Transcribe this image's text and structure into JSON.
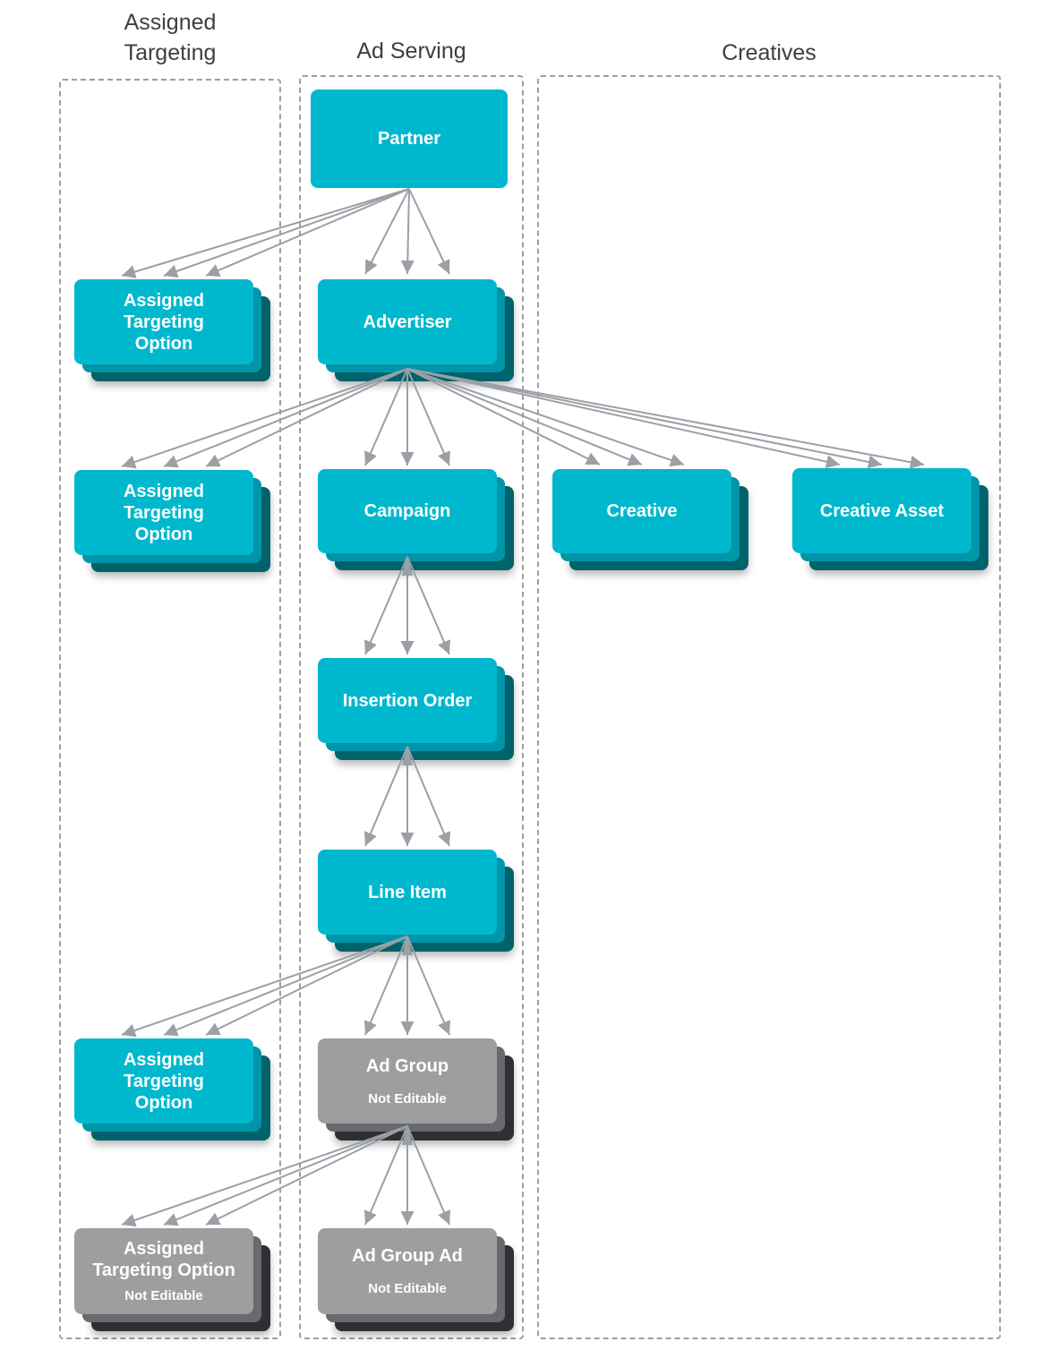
{
  "page": {
    "background": "#FFFFFF"
  },
  "columns": {
    "assigned_targeting": {
      "label": "Assigned\nTargeting"
    },
    "ad_serving": {
      "label": "Ad Serving"
    },
    "creatives": {
      "label": "Creatives"
    }
  },
  "nodes": {
    "partner": {
      "label": "Partner"
    },
    "advertiser": {
      "label": "Advertiser"
    },
    "assigned_targeting_option_1": {
      "label": "Assigned\nTargeting\nOption"
    },
    "assigned_targeting_option_2": {
      "label": "Assigned\nTargeting\nOption"
    },
    "campaign": {
      "label": "Campaign"
    },
    "creative": {
      "label": "Creative"
    },
    "creative_asset": {
      "label": "Creative Asset"
    },
    "insertion_order": {
      "label": "Insertion Order"
    },
    "line_item": {
      "label": "Line Item"
    },
    "assigned_targeting_option_3": {
      "label": "Assigned\nTargeting\nOption"
    },
    "ad_group": {
      "label": "Ad Group",
      "sublabel": "Not Editable"
    },
    "assigned_targeting_option_4": {
      "label": "Assigned\nTargeting Option",
      "sublabel": "Not Editable"
    },
    "ad_group_ad": {
      "label": "Ad Group Ad",
      "sublabel": "Not Editable"
    }
  },
  "theme": {
    "node_cyan": "#00B8CE",
    "node_cyan_mid": "#0095A8",
    "node_cyan_dark": "#00626B",
    "node_gray": "#9E9E9E",
    "node_gray_mid": "#696A6D",
    "node_gray_dark": "#2F3033",
    "arrow": "#9AA0A6",
    "dashed_border": "#9E9E9E",
    "header_text": "#3C4043",
    "node_text": "#FFFFFF"
  }
}
